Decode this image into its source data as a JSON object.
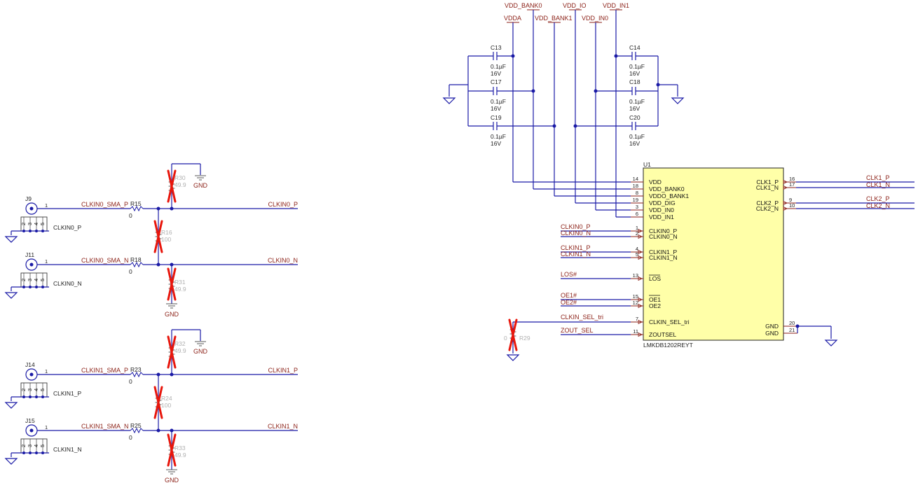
{
  "power_rails": {
    "vdd_bank0": "VDD_BANK0",
    "vdd_io": "VDD_IO",
    "vdd_in1": "VDD_IN1",
    "vdda": "VDDA",
    "vdd_bank1": "VDD_BANK1",
    "vdd_in0": "VDD_IN0"
  },
  "capacitors": [
    {
      "ref": "C13",
      "value": "0.1µF",
      "voltage": "16V"
    },
    {
      "ref": "C17",
      "value": "0.1µF",
      "voltage": "16V"
    },
    {
      "ref": "C19",
      "value": "0.1µF",
      "voltage": "16V"
    },
    {
      "ref": "C14",
      "value": "0.1µF",
      "voltage": "16V"
    },
    {
      "ref": "C18",
      "value": "0.1µF",
      "voltage": "16V"
    },
    {
      "ref": "C20",
      "value": "0.1µF",
      "voltage": "16V"
    }
  ],
  "ic": {
    "ref": "U1",
    "part": "LMKDB1202REYT",
    "left_pins": [
      {
        "num": "14",
        "name": "VDD"
      },
      {
        "num": "18",
        "name": "VDD_BANK0"
      },
      {
        "num": "8",
        "name": "VDDO_BANK1"
      },
      {
        "num": "19",
        "name": "VDD_DIG"
      },
      {
        "num": "3",
        "name": "VDD_IN0"
      },
      {
        "num": "6",
        "name": "VDD_IN1"
      },
      {
        "num": "1",
        "name": "CLKIN0_P"
      },
      {
        "num": "2",
        "name": "CLKIN0_N"
      },
      {
        "num": "4",
        "name": "CLKIN1_P"
      },
      {
        "num": "5",
        "name": "CLKIN1_N"
      },
      {
        "num": "13",
        "name": "LOS"
      },
      {
        "num": "15",
        "name": "OE1"
      },
      {
        "num": "12",
        "name": "OE2"
      },
      {
        "num": "7",
        "name": "CLKIN_SEL_tri"
      },
      {
        "num": "11",
        "name": "ZOUTSEL"
      }
    ],
    "right_pins": [
      {
        "num": "16",
        "name": "CLK1_P"
      },
      {
        "num": "17",
        "name": "CLK1_N"
      },
      {
        "num": "9",
        "name": "CLK2_P"
      },
      {
        "num": "10",
        "name": "CLK2_N"
      },
      {
        "num": "20",
        "name": "GND"
      },
      {
        "num": "21",
        "name": "GND"
      }
    ]
  },
  "ic_nets": {
    "clkin0_p": "CLKIN0_P",
    "clkin0_n": "CLKIN0_N",
    "clkin1_p": "CLKIN1_P",
    "clkin1_n": "CLKIN1_N",
    "los": "LOS#",
    "oe1": "OE1#",
    "oe2": "OE2#",
    "clkin_sel": "CLKIN_SEL_tri",
    "zout_sel": "ZOUT_SEL",
    "clk1_p": "CLK1_P",
    "clk1_n": "CLK1_N",
    "clk2_p": "CLK2_P",
    "clk2_n": "CLK2_N"
  },
  "r29": {
    "ref": "R29",
    "value": "0"
  },
  "sma_inputs": [
    {
      "conn": "J9",
      "conn_label": "CLKIN0_P",
      "pin": "1",
      "sma_net": "CLKIN0_SMA_P",
      "series_ref": "R15",
      "series_val": "0",
      "out_net": "CLKIN0_P"
    },
    {
      "conn": "J11",
      "conn_label": "CLKIN0_N",
      "pin": "1",
      "sma_net": "CLKIN0_SMA_N",
      "series_ref": "R18",
      "series_val": "0",
      "out_net": "CLKIN0_N"
    },
    {
      "conn": "J14",
      "conn_label": "CLKIN1_P",
      "pin": "1",
      "sma_net": "CLKIN1_SMA_P",
      "series_ref": "R23",
      "series_val": "0",
      "out_net": "CLKIN1_P"
    },
    {
      "conn": "J15",
      "conn_label": "CLKIN1_N",
      "pin": "1",
      "sma_net": "CLKIN1_SMA_N",
      "series_ref": "R25",
      "series_val": "0",
      "out_net": "CLKIN1_N"
    }
  ],
  "conn_pins": [
    "2",
    "3",
    "4",
    "5"
  ],
  "dnp_resistors": [
    {
      "ref": "R30",
      "value": "49.9"
    },
    {
      "ref": "R16",
      "value": "100"
    },
    {
      "ref": "R31",
      "value": "49.9"
    },
    {
      "ref": "R32",
      "value": "49.9"
    },
    {
      "ref": "R24",
      "value": "100"
    },
    {
      "ref": "R33",
      "value": "49.9"
    }
  ],
  "gnd_label": "GND"
}
